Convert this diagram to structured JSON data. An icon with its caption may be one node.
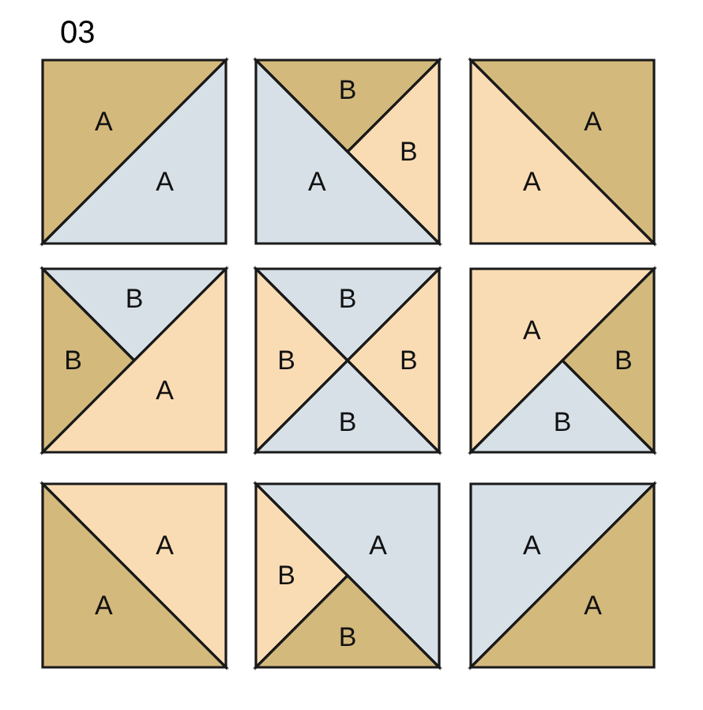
{
  "diagram": {
    "title": "03",
    "nodes": [
      {
        "text": [],
        "shape": "box"
      },
      {
        "text": [
          "A"
        ],
        "in": 0
      },
      {
        "text": [
          "A"
        ],
        "in": 0
      },
      {
        "text": [],
        "shape": "box"
      },
      {
        "text": [
          "B"
        ],
        "in": 3
      },
      {
        "text": [
          "B"
        ],
        "in": 3
      },
      {
        "text": [
          "A"
        ],
        "in": 3
      },
      {
        "text": [],
        "shape": "box"
      },
      {
        "text": [
          "A"
        ],
        "in": 7
      },
      {
        "text": [
          "A"
        ],
        "in": 7
      },
      {
        "text": [],
        "shape": "box"
      },
      {
        "text": [
          "B"
        ],
        "in": 10
      },
      {
        "text": [
          "B"
        ],
        "in": 10
      },
      {
        "text": [
          "A"
        ],
        "in": 10
      },
      {
        "text": [],
        "shape": "box"
      },
      {
        "text": [
          "B"
        ],
        "in": 14
      },
      {
        "text": [
          "B"
        ],
        "in": 14
      },
      {
        "text": [
          "B"
        ],
        "in": 14
      },
      {
        "text": [
          "B"
        ],
        "in": 14
      },
      {
        "text": [],
        "shape": "box"
      },
      {
        "text": [
          "A"
        ],
        "in": 19
      },
      {
        "text": [
          "B"
        ],
        "in": 19
      },
      {
        "text": [
          "B"
        ],
        "in": 19
      },
      {
        "text": [],
        "shape": "box"
      },
      {
        "text": [
          "A"
        ],
        "in": 23
      },
      {
        "text": [
          "A"
        ],
        "in": 23
      },
      {
        "text": [],
        "shape": "box"
      },
      {
        "text": [
          "A"
        ],
        "in": 26
      },
      {
        "text": [
          "B"
        ],
        "in": 26
      },
      {
        "text": [
          "B"
        ],
        "in": 26
      },
      {
        "text": [],
        "shape": "box"
      },
      {
        "text": [
          "A"
        ],
        "in": 30
      },
      {
        "text": [
          "A"
        ],
        "in": 30
      }
    ],
    "edges": []
  }
}
